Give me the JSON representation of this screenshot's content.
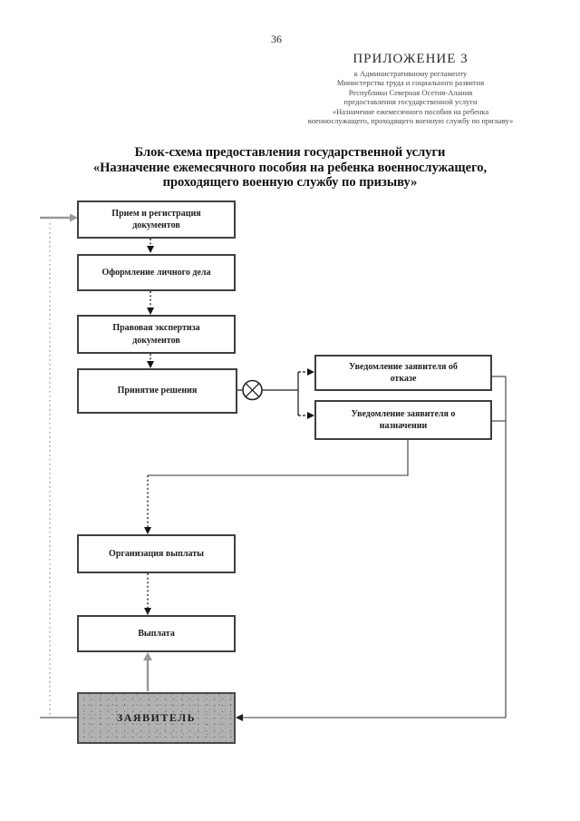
{
  "page": {
    "number": "36"
  },
  "appendix": {
    "title": "ПРИЛОЖЕНИЕ 3",
    "lines": [
      "к  Административному  регламенту",
      "Министерства труда и социального развития",
      "Республики Северная Осетия-Алания",
      "предоставления государственной услуги",
      "«Назначение ежемесячного пособия на ребенка",
      "военнослужащего, проходящего военную службу по призыву»"
    ]
  },
  "main_title": "Блок-схема предоставления государственной услуги\n«Назначение ежемесячного пособия на ребенка военнослужащего,\nпроходящего военную службу по призыву»",
  "flowchart": {
    "boxes": {
      "reception": {
        "label": "Прием и регистрация\nдокументов"
      },
      "personal": {
        "label": "Оформление личного дела"
      },
      "legal": {
        "label": "Правовая экспертиза\nдокументов"
      },
      "decision": {
        "label": "Принятие решения"
      },
      "refusal": {
        "label": "Уведомление заявителя об\nотказе"
      },
      "appointment": {
        "label": "Уведомление заявителя о\nназначении"
      },
      "payorg": {
        "label": "Организация выплаты"
      },
      "payment": {
        "label": "Выплата"
      },
      "applicant": {
        "label": "ЗАЯВИТЕЛЬ"
      }
    },
    "junction": {
      "symbol": "crossed-circle"
    },
    "edges": [
      {
        "from": "applicant",
        "to": "reception",
        "style": "gray-dotted-return"
      },
      {
        "from": "reception",
        "to": "personal",
        "style": "dotted-arrow"
      },
      {
        "from": "personal",
        "to": "legal",
        "style": "dotted-arrow"
      },
      {
        "from": "legal",
        "to": "decision",
        "style": "dotted-arrow"
      },
      {
        "from": "decision",
        "to": "junction",
        "style": "solid"
      },
      {
        "from": "junction",
        "to": "refusal",
        "style": "solid-arrow"
      },
      {
        "from": "junction",
        "to": "appointment",
        "style": "solid-arrow"
      },
      {
        "from": "refusal",
        "to": "applicant",
        "style": "solid-arrow"
      },
      {
        "from": "appointment",
        "to": "applicant",
        "style": "solid-arrow"
      },
      {
        "from": "appointment",
        "to": "payorg",
        "style": "solid-then-dotted-arrow"
      },
      {
        "from": "payorg",
        "to": "payment",
        "style": "dotted-arrow"
      },
      {
        "from": "applicant",
        "to": "payment",
        "style": "gray-arrow"
      }
    ],
    "colors": {
      "box_border": "#3f3f3f",
      "line": "#1c1c1c",
      "gray_line": "#989898",
      "applicant_fill": "#b2b2b2"
    }
  }
}
